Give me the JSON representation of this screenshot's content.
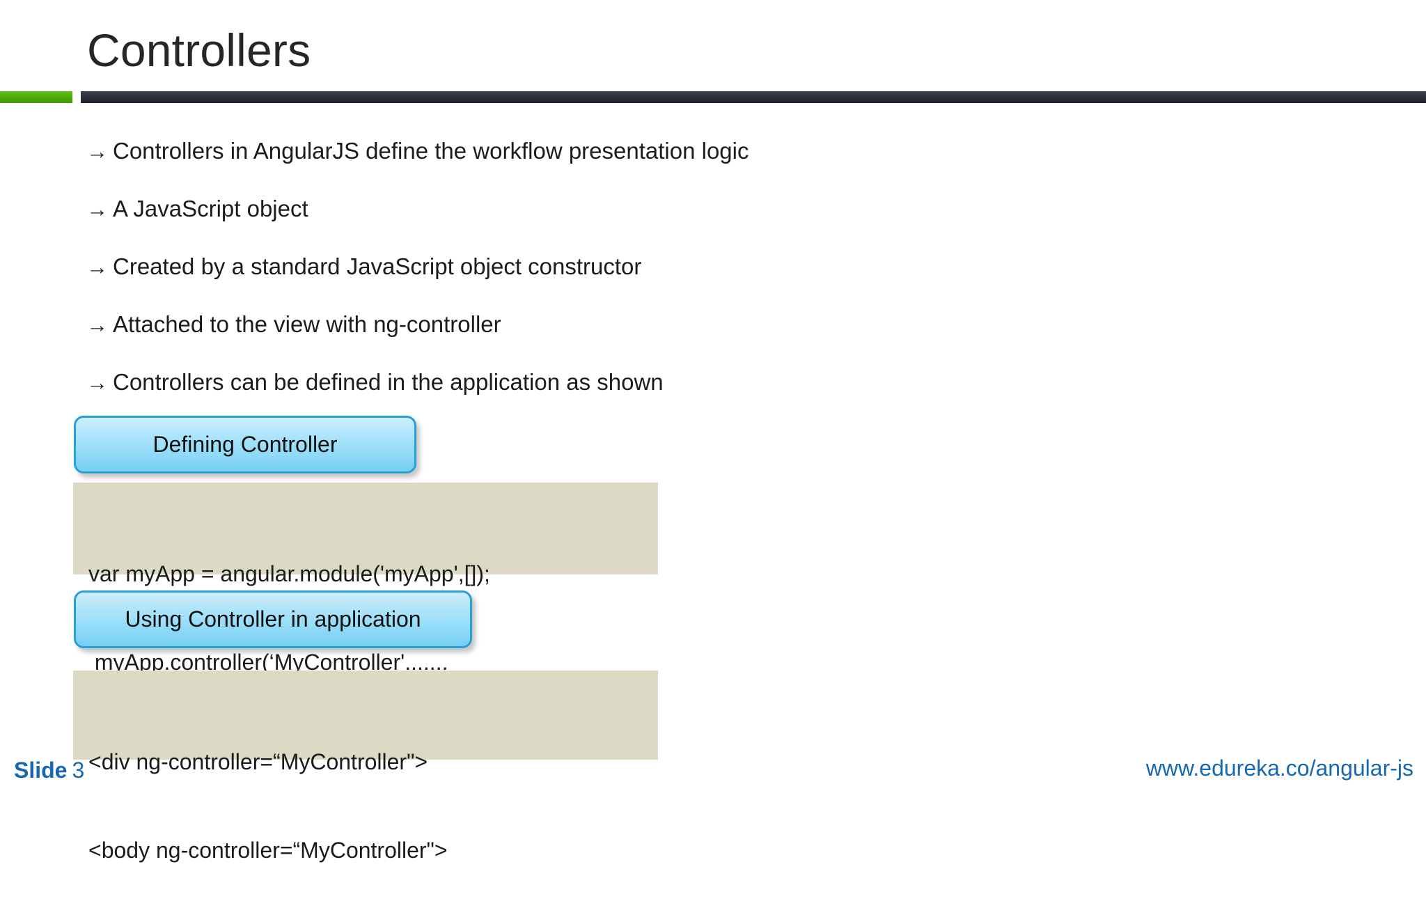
{
  "slide": {
    "title": "Controllers",
    "accent_green": "#4aa908",
    "accent_dark": "#2c323c",
    "accent_blue": "#1668b3",
    "box_border_blue": "#2c9fd4",
    "code_bg": "#dcd9c4"
  },
  "bullets": [
    {
      "marker": "→",
      "text": "Controllers in AngularJS define the workflow presentation logic"
    },
    {
      "marker": "→",
      "text": "A JavaScript object"
    },
    {
      "marker": "→",
      "text": "Created by a standard JavaScript object constructor"
    },
    {
      "marker": "→",
      "text": "Attached to the view with ng-controller"
    },
    {
      "marker": "→",
      "text": "Controllers can be defined in the application as shown"
    }
  ],
  "labels": {
    "defining": "Defining Controller",
    "using": "Using Controller in application"
  },
  "code_define": {
    "line1": "var myApp = angular.module('myApp',[]);",
    "line2": " myApp.controller(‘MyController'......."
  },
  "code_usage": {
    "line1": "<div ng-controller=“MyController\">",
    "line2": "<body ng-controller=“MyController\">"
  },
  "footer": {
    "slide_word": "Slide",
    "slide_number": "3",
    "url": "www.edureka.co/angular-js"
  }
}
